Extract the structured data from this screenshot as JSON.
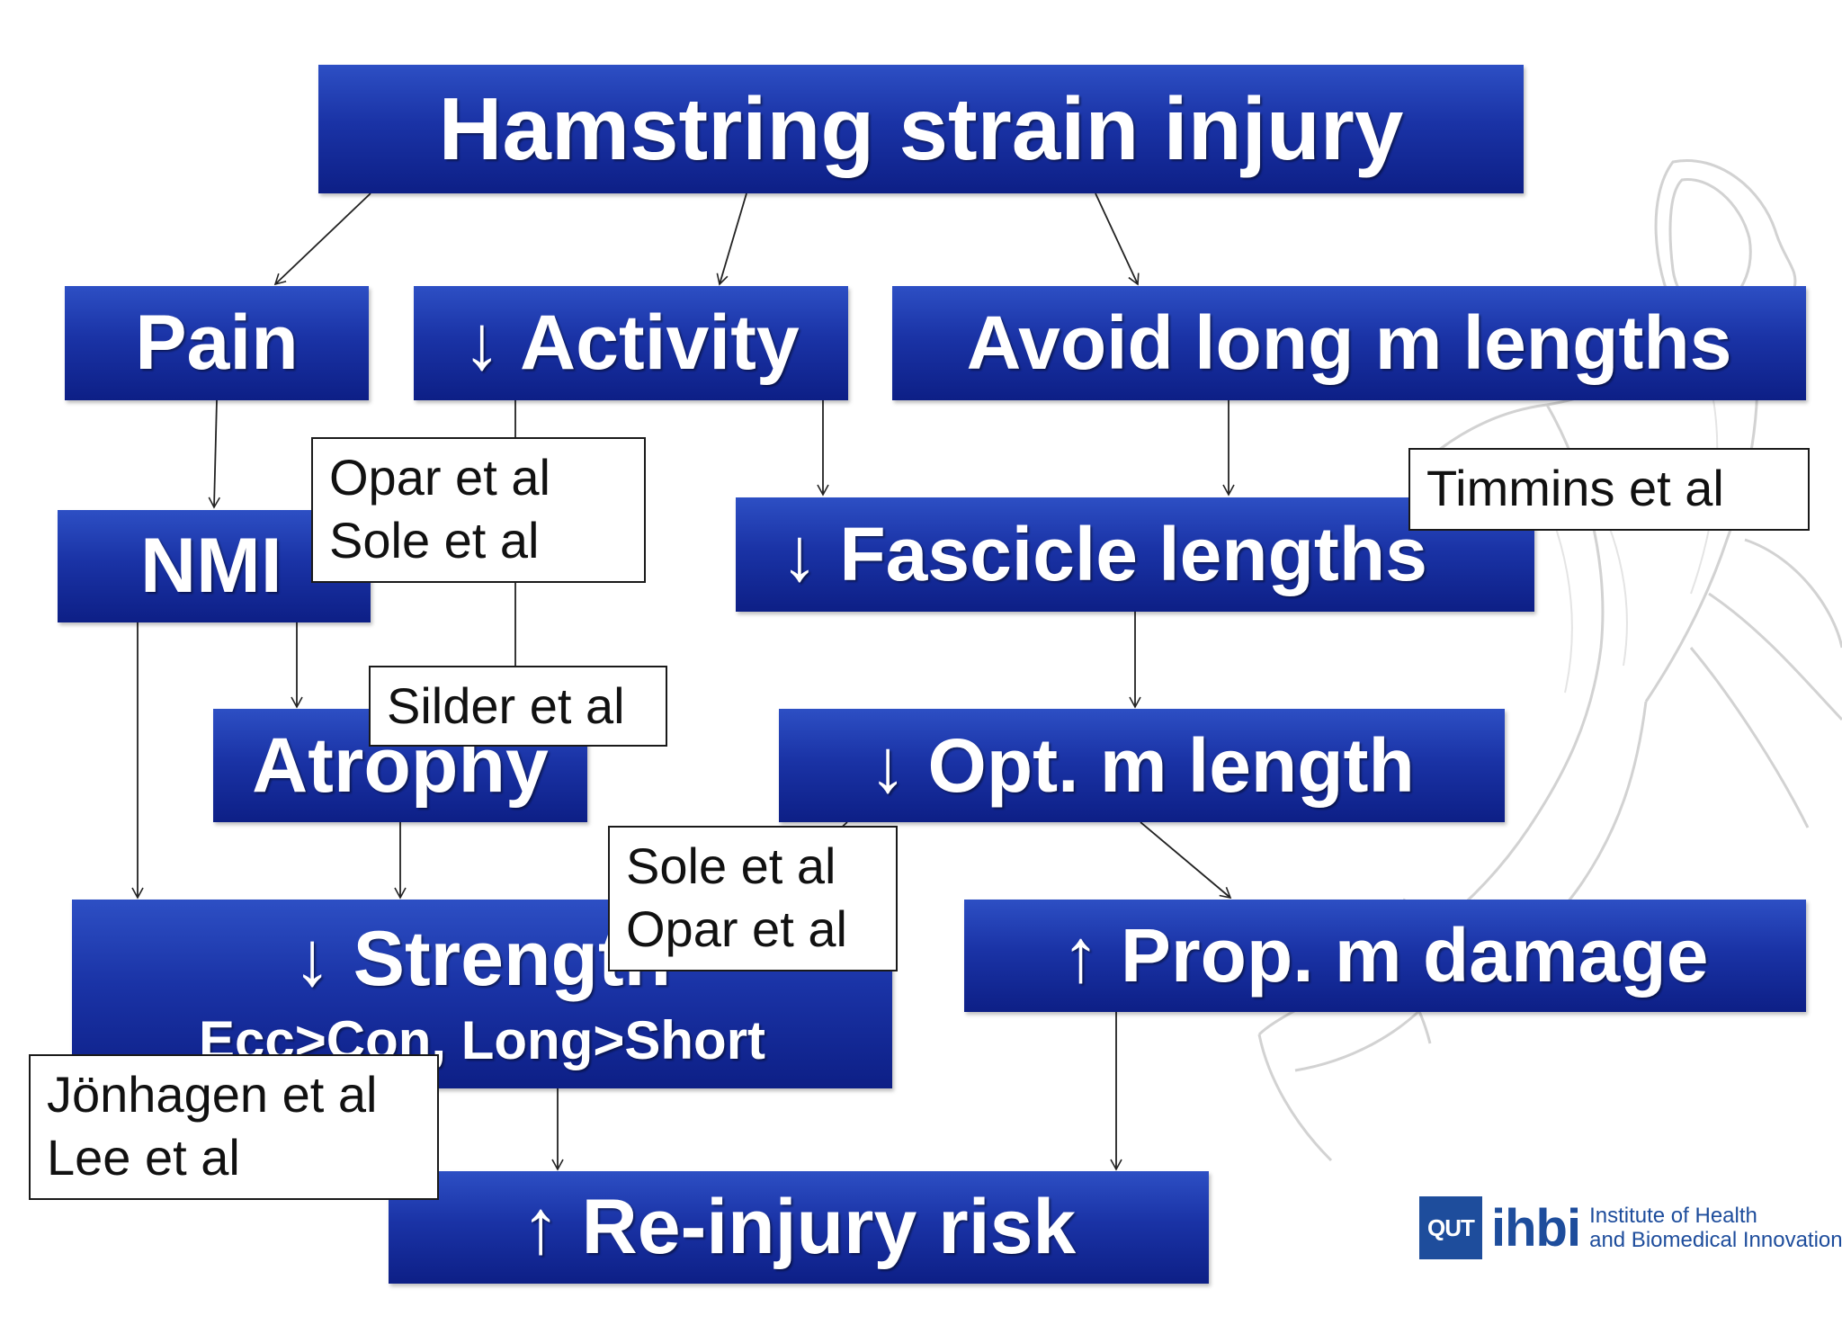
{
  "diagram": {
    "title": "Hamstring strain injury",
    "nodes": {
      "pain": "Pain",
      "activity": "↓ Activity",
      "avoid_long": "Avoid long m lengths",
      "nmi": "NMI",
      "fascicle": "↓ Fascicle lengths",
      "atrophy": "Atrophy",
      "opt_length": "↓ Opt. m length",
      "strength": "↓ Strength",
      "strength_sub": "Ecc>Con, Long>Short",
      "prop_damage": "↑ Prop. m damage",
      "reinjury": "↑ Re-injury risk"
    },
    "references": {
      "opar_sole": [
        "Opar et al",
        "Sole et al"
      ],
      "timmins": "Timmins et al",
      "silder": "Silder et al",
      "sole_opar": [
        "Sole et al",
        "Opar et al"
      ],
      "jonhagen_lee": [
        "Jönhagen et al",
        "Lee et al"
      ]
    }
  },
  "logo": {
    "mark": "QUT",
    "name": "ihbi",
    "line1": "Institute of Health",
    "line2": "and Biomedical Innovation"
  },
  "colors": {
    "box_blue": "#1a33a6",
    "logo_blue": "#1e4d9c"
  }
}
